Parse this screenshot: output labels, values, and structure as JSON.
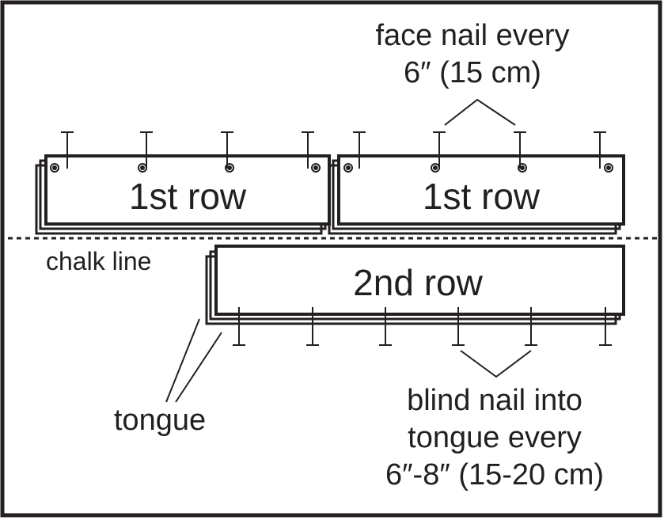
{
  "colors": {
    "ink": "#231f20",
    "background": "#ffffff"
  },
  "boards": {
    "row1_left_label": "1st row",
    "row1_right_label": "1st row",
    "row2_label": "2nd row"
  },
  "annotations": {
    "face_nail_line1": "face nail every",
    "face_nail_line2": "6″ (15 cm)",
    "chalk_line": "chalk line",
    "tongue": "tongue",
    "blind_nail_line1": "blind nail into",
    "blind_nail_line2": "tongue every",
    "blind_nail_line3": "6″-8″ (15-20 cm)"
  }
}
